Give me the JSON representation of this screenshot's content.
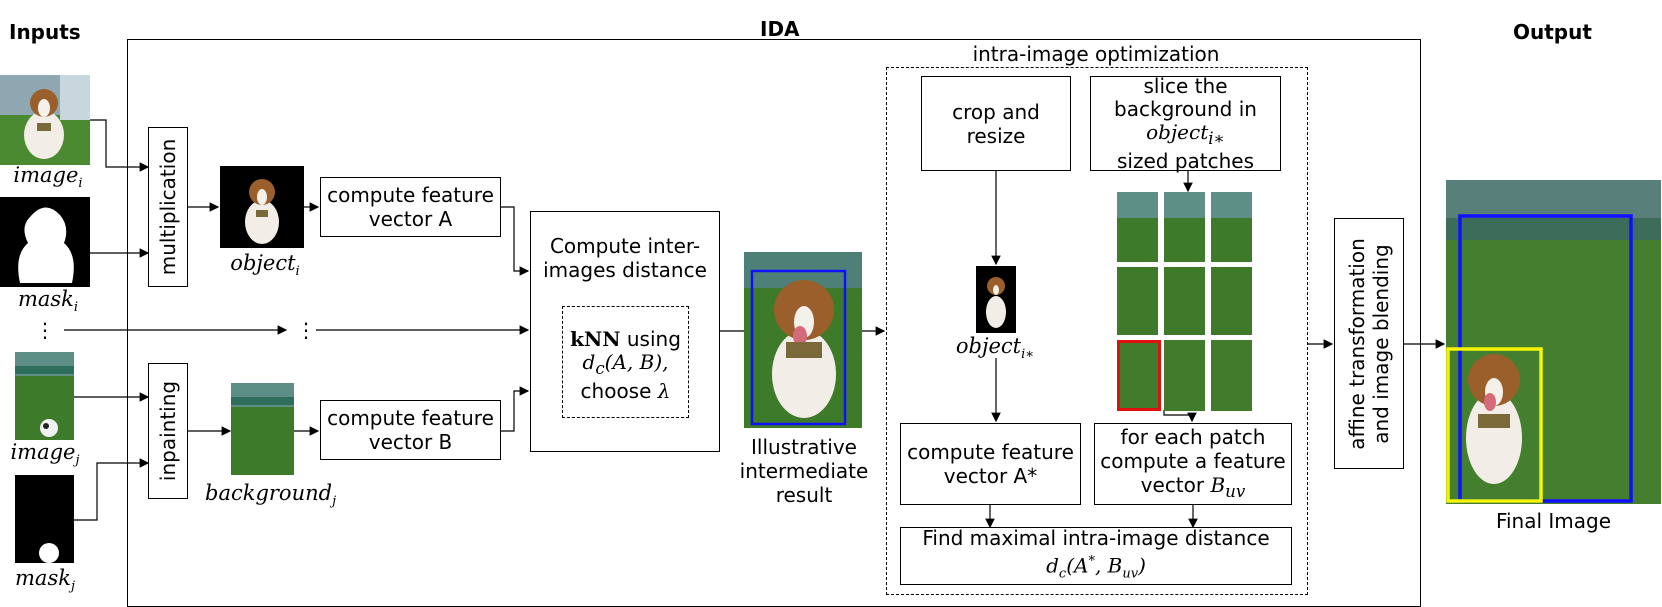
{
  "headers": {
    "inputs": "Inputs",
    "ida": "IDA",
    "output": "Output"
  },
  "input_labels": {
    "image_i": "image",
    "image_i_sub": "i",
    "mask_i": "mask",
    "mask_i_sub": "i",
    "ellipsis": "⋮",
    "image_j": "image",
    "image_j_sub": "j",
    "mask_j": "mask",
    "mask_j_sub": "j"
  },
  "ops": {
    "multiplication": "multiplication",
    "inpainting": "inpainting"
  },
  "intermediate_labels": {
    "object_i": "object",
    "object_i_sub": "i",
    "background_j": "background",
    "background_j_sub": "j",
    "mid_ellipsis": "⋮"
  },
  "feature_boxes": {
    "a_line1": "compute feature",
    "a_line2": "vector A",
    "b_line1": "compute feature",
    "b_line2": "vector B"
  },
  "distance_box": {
    "line1": "Compute inter-",
    "line2": "images distance",
    "knn_bold": "kNN",
    "knn_rest": " using",
    "dc": "d",
    "dc_sub": "c",
    "dc_args": "(A, B),",
    "choose": "choose ",
    "lambda": "λ"
  },
  "illustrative": {
    "line1": "Illustrative",
    "line2": "intermediate",
    "line3": "result"
  },
  "intra": {
    "title": "intra-image optimization",
    "crop_line1": "crop and",
    "crop_line2": "resize",
    "slice_line1": "slice the",
    "slice_line2": "background in",
    "slice_obj": "object",
    "slice_obj_sub": "i∗",
    "slice_line4": "sized patches",
    "object_star": "object",
    "object_star_sub": "i∗",
    "astar_line1": "compute feature",
    "astar_line2": "vector A*",
    "patch_line1": "for each patch",
    "patch_line2": "compute a feature",
    "patch_line3": "vector ",
    "patch_b": "B",
    "patch_b_sub": "uv",
    "find_line1": "Find maximal intra-image distance",
    "find_d": "d",
    "find_d_sub": "c",
    "find_args_a": "(A",
    "find_star": "*",
    "find_args_b": ", B",
    "find_b_sub": "uv",
    "find_close": ")"
  },
  "affine": {
    "line1": "affine transformation",
    "line2": "and image blending"
  },
  "final": {
    "caption": "Final Image"
  },
  "colors": {
    "blue_box": "#1010ff",
    "yellow_box": "#f5f500",
    "red_box": "#e01010",
    "grass": "#3f7a2a",
    "black": "#000000"
  }
}
